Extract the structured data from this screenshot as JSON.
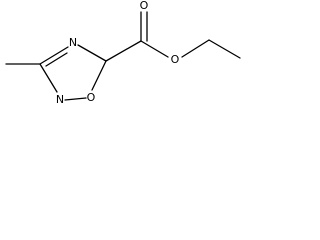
{
  "molecule": {
    "atoms": {
      "carbonyl_oxygen": "O",
      "ester_oxygen": "O",
      "ring_nitrogen_top": "N",
      "ring_oxygen": "O",
      "ring_nitrogen_bottom": "N"
    },
    "colors": {
      "bond": "#000000",
      "label": "#000000"
    }
  }
}
